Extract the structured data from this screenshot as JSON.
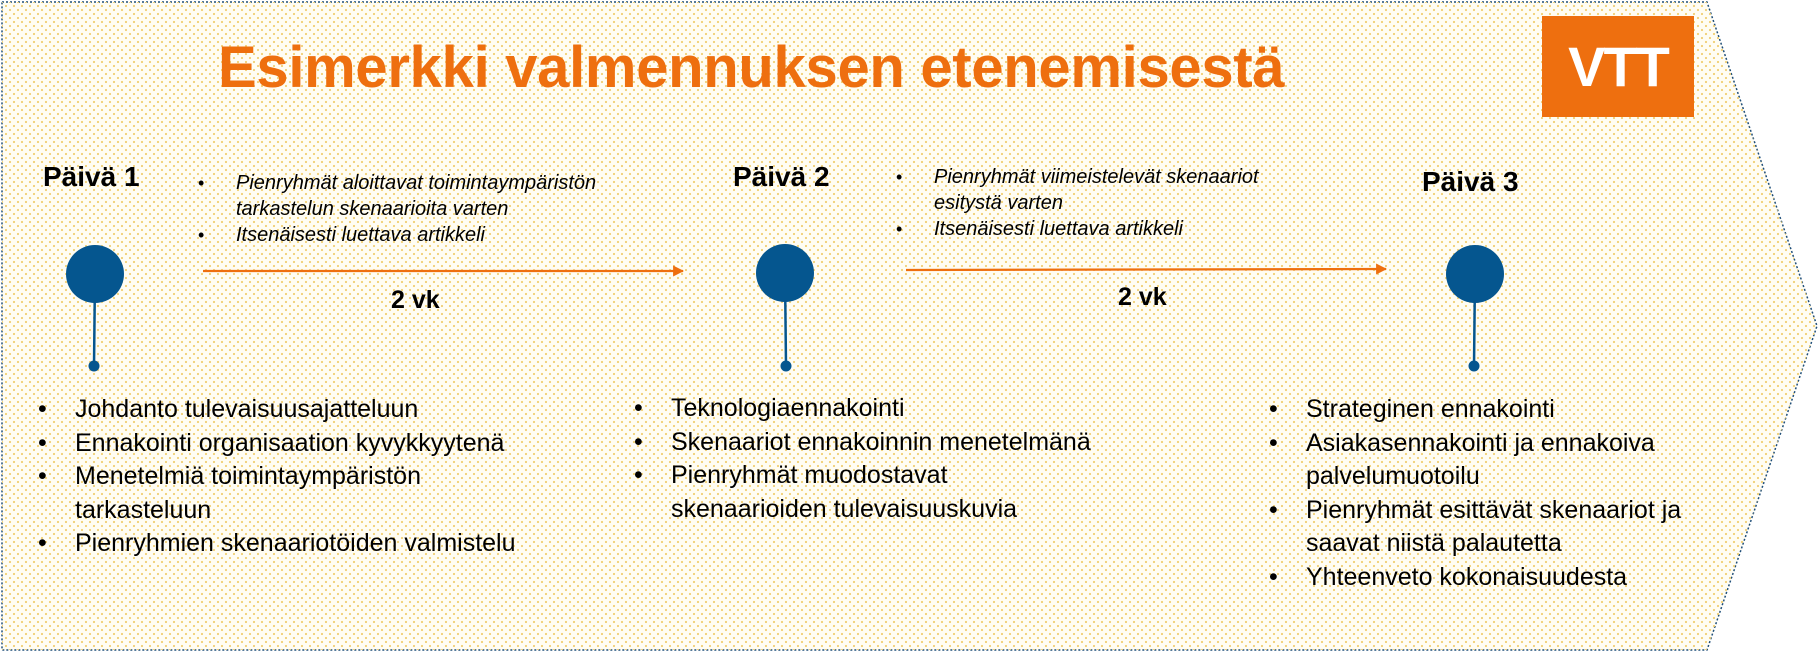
{
  "title": "Esimerkki valmennuksen etenemisestä",
  "logo": {
    "text": "VTT",
    "color": "#ee6f0f"
  },
  "colors": {
    "accent": "#ee6f0f",
    "marker": "#05568f",
    "background_dots": "#f3d27a"
  },
  "days": [
    {
      "label": "Päivä 1",
      "topics": [
        "Johdanto tulevaisuusajatteluun",
        "Ennakointi organisaation kyvykkyytenä",
        "Menetelmiä toimintaympäristön tarkasteluun",
        "Pienryhmien skenaariotöiden valmistelu"
      ]
    },
    {
      "label": "Päivä 2",
      "topics": [
        "Teknologiaennakointi",
        "Skenaariot ennakoinnin menetelmänä",
        "Pienryhmät muodostavat skenaarioiden tulevaisuuskuvia"
      ]
    },
    {
      "label": "Päivä 3",
      "topics": [
        "Strateginen ennakointi",
        "Asiakasennakointi ja ennakoiva palvelumuotoilu",
        "Pienryhmät esittävät skenaariot ja saavat niistä palautetta",
        "Yhteenveto kokonaisuudesta"
      ]
    }
  ],
  "intervals": [
    {
      "duration": "2 vk",
      "tasks": [
        "Pienryhmät aloittavat toimintaympäristön tarkastelun skenaarioita varten",
        "Itsenäisesti luettava artikkeli"
      ]
    },
    {
      "duration": "2 vk",
      "tasks": [
        "Pienryhmät viimeistelevät skenaariot esitystä varten",
        "Itsenäisesti luettava artikkeli"
      ]
    }
  ]
}
